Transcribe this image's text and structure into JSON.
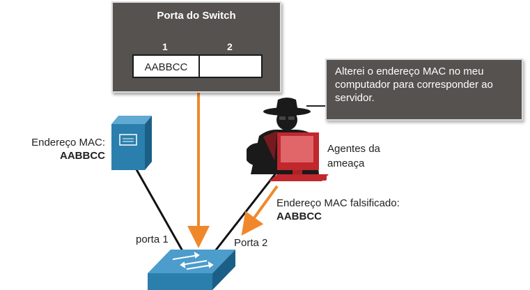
{
  "switch_table": {
    "title": "Porta do Switch",
    "col1_label": "1",
    "col2_label": "2",
    "col1_value": "AABBCC",
    "col2_value": ""
  },
  "callout": {
    "text": "Alterei o endereço MAC no meu computador para corresponder ao servidor."
  },
  "server": {
    "mac_label": "Endereço MAC:",
    "mac_value": "AABBCC"
  },
  "attacker": {
    "label_line1": "Agentes da",
    "label_line2": "ameaça",
    "spoofed_label": "Endereço MAC falsificado:",
    "spoofed_value": "AABBCC"
  },
  "ports": {
    "port1": "porta 1",
    "port2": "Porta 2"
  },
  "colors": {
    "panel": "#55524f",
    "arrow": "#f0882b",
    "device_blue": "#2a7fad",
    "attacker_red": "#c0282e"
  }
}
